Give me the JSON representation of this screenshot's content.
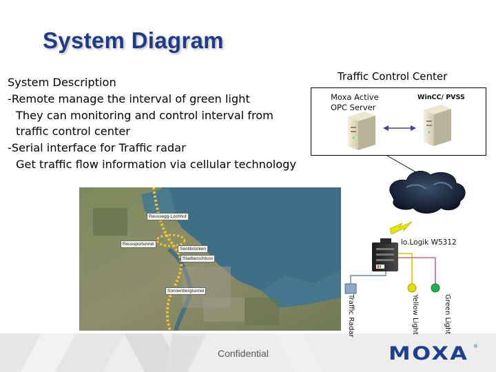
{
  "title": "System Diagram",
  "description": {
    "heading": "System Description",
    "line1": "-Remote manage the interval of green light",
    "line2": "They can monitoring and control interval from",
    "line3": "traffic control center",
    "line4": "-Serial interface for Traffic radar",
    "line5": "Get traffic flow information via cellular technology"
  },
  "traffic_control_center": {
    "title": "Traffic Control Center",
    "opc_server_line1": "Moxa Active",
    "opc_server_line2": "OPC Server",
    "wincc_label": "WinCC/ PVSS"
  },
  "map_labels": {
    "label1": "Reussegg-Lochhof",
    "label2": "Reussportunnel",
    "label3": "Sentibrücken",
    "label4": "Stadtanschluss",
    "label5": "Sonnenbergtunnel"
  },
  "device": {
    "name": "io.Logik W5312",
    "traffic_radar": "Traffic Radar",
    "yellow_light": "Yellow Light",
    "green_light": "Green Light"
  },
  "colors": {
    "title": "#1f3c88",
    "yellow_line": "#d4c800",
    "green_line": "#c86a7e",
    "logo": "#1d3f8f"
  },
  "footer": {
    "confidential": "Confidential",
    "logo": "MOXA",
    "registered": "®"
  }
}
